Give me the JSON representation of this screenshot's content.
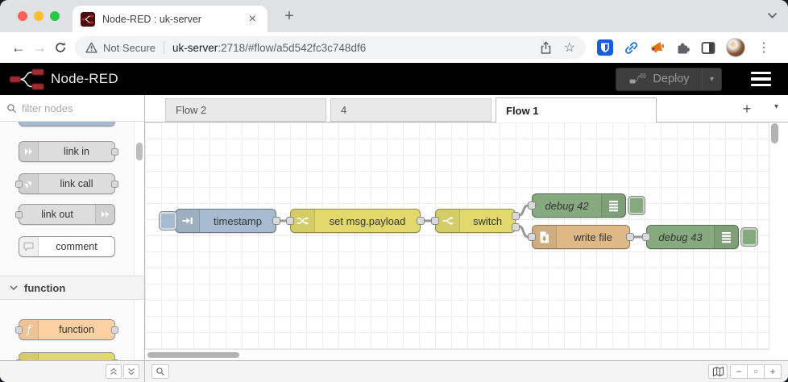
{
  "browser": {
    "tab_title": "Node-RED : uk-server",
    "close_glyph": "×",
    "new_tab_glyph": "+",
    "back_glyph": "←",
    "forward_glyph": "→",
    "security_label": "Not Secure",
    "url_host": "uk-server",
    "url_path": ":2718/#flow/a5d542fc3c748df6",
    "star_glyph": "☆",
    "menu_glyph": "⋮",
    "traffic_colors": {
      "close": "#ff5f57",
      "minimize": "#febc2e",
      "maximize": "#28c840"
    }
  },
  "header": {
    "title": "Node-RED",
    "deploy_label": "Deploy",
    "deploy_caret": "▾"
  },
  "palette": {
    "filter_placeholder": "filter nodes",
    "category_label": "function",
    "nodes": [
      {
        "label": "link in",
        "color": "#dddddd"
      },
      {
        "label": "link call",
        "color": "#dddddd"
      },
      {
        "label": "link out",
        "color": "#dddddd"
      },
      {
        "label": "comment",
        "color": "#ffffff"
      },
      {
        "label": "function",
        "color": "#fdd0a2"
      }
    ],
    "partial_top_color": "#a6bbcf",
    "partial_bottom_color": "#e2d96e"
  },
  "tabs": {
    "items": [
      {
        "label": "Flow 2"
      },
      {
        "label": "4"
      },
      {
        "label": "Flow 1"
      }
    ],
    "active": "Flow 1",
    "add_glyph": "+",
    "menu_caret": "▾"
  },
  "flow": {
    "nodes": [
      {
        "label": "timestamp",
        "type": "inject",
        "color": "#a6bbcf"
      },
      {
        "label": "set msg.payload",
        "type": "change",
        "color": "#e2d96e"
      },
      {
        "label": "switch",
        "type": "switch",
        "color": "#e2d96e"
      },
      {
        "label": "debug 42",
        "type": "debug",
        "color": "#87a980"
      },
      {
        "label": "write file",
        "type": "file",
        "color": "#deb887"
      },
      {
        "label": "debug 43",
        "type": "debug",
        "color": "#87a980"
      }
    ]
  },
  "statusbar": {
    "zoom_out_glyph": "−",
    "zoom_reset_glyph": "○",
    "zoom_in_glyph": "+"
  }
}
